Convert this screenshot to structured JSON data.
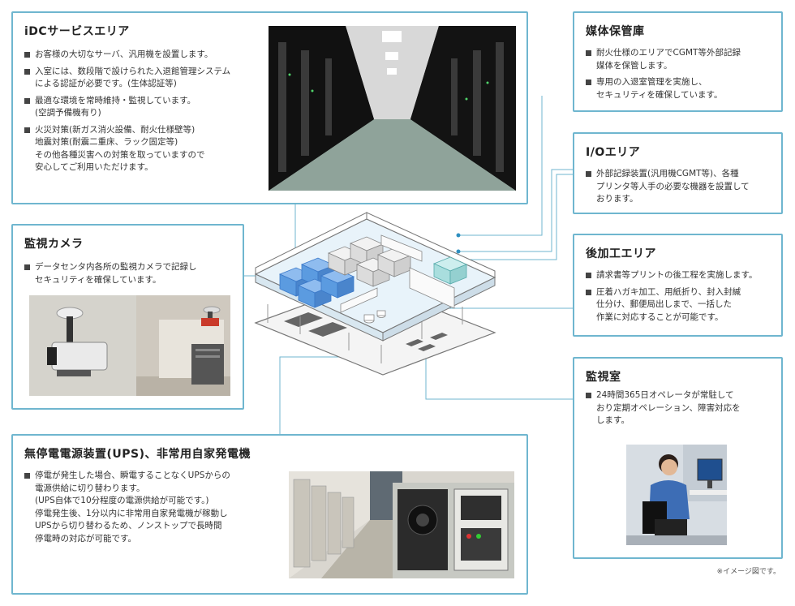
{
  "panels": {
    "idc": {
      "title": "iDCサービスエリア",
      "bullets": [
        [
          "お客様の大切なサーバ、汎用機を設置します。"
        ],
        [
          "入室には、数段階で設けられた入退館管理システム",
          "による認証が必要です。(生体認証等)"
        ],
        [
          "最適な環境を常時維持・監視しています。",
          "(空調予備機有り)"
        ],
        [
          "火災対策(新ガス消火設備、耐火仕様壁等)",
          "地震対策(耐震二重床、ラック固定等)",
          "その他各種災害への対策を取っていますので",
          "安心してご利用いただけます。"
        ]
      ],
      "image": "server-room-photo"
    },
    "media": {
      "title": "媒体保管庫",
      "bullets": [
        [
          "耐火仕様のエリアでCGMT等外部記録",
          "媒体を保管します。"
        ],
        [
          "専用の入退室管理を実施し、",
          "セキュリティを確保しています。"
        ]
      ]
    },
    "io": {
      "title": "I/Oエリア",
      "bullets": [
        [
          "外部記録装置(汎用機CGMT等)、各種",
          "プリンタ等人手の必要な機器を設置して",
          "おります。"
        ]
      ]
    },
    "camera": {
      "title": "監視カメラ",
      "bullets": [
        [
          "データセンタ内各所の監視カメラで記録し",
          "セキュリティを確保しています。"
        ]
      ],
      "image": "surveillance-camera-photo"
    },
    "post": {
      "title": "後加工エリア",
      "bullets": [
        [
          "請求書等プリントの後工程を実施します。"
        ],
        [
          "圧着ハガキ加工、用紙折り、封入封緘",
          "仕分け、郵便局出しまで、一括した",
          "作業に対応することが可能です。"
        ]
      ]
    },
    "monitor": {
      "title": "監視室",
      "bullets": [
        [
          "24時間365日オペレータが常駐して",
          "おり定期オペレーション、障害対応を",
          "します。"
        ]
      ],
      "image": "operator-photo"
    },
    "ups": {
      "title": "無停電電源装置(UPS)、非常用自家発電機",
      "bullets": [
        [
          "停電が発生した場合、瞬電することなくUPSからの",
          "電源供給に切り替わります。",
          "(UPS自体で10分程度の電源供給が可能です。)",
          "停電発生後、1分以内に非常用自家発電機が稼動し",
          "UPSから切り替わるため、ノンストップで長時間",
          "停電時の対応が可能です。"
        ]
      ],
      "image": "ups-generator-photo"
    }
  },
  "note": "※イメージ図です。",
  "colors": {
    "border": "#6fb6cf",
    "dot": "#2e8fc0",
    "accent_blue": "#5b9be0",
    "floor": "#e8f3fa"
  }
}
